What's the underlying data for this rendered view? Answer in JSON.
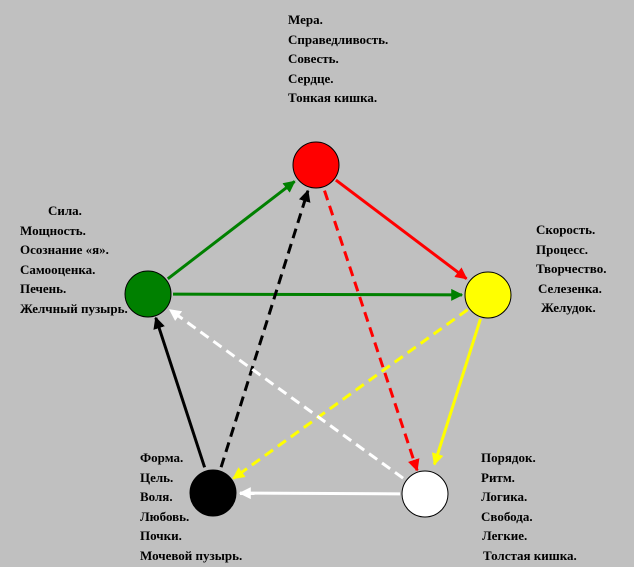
{
  "background_color": "#c0c0c0",
  "nodes": [
    {
      "id": "red",
      "color": "#ff0000",
      "labels": [
        "Мера.",
        "Справедливость.",
        "Совесть.",
        "Сердце.",
        "Тонкая кишка."
      ]
    },
    {
      "id": "yellow",
      "color": "#ffff00",
      "labels": [
        "Скорость.",
        "Процесс.",
        "Творчество.",
        "Селезенка.",
        "Желудок."
      ]
    },
    {
      "id": "white",
      "color": "#ffffff",
      "labels": [
        "Порядок.",
        "Ритм.",
        "Логика.",
        "Свобода.",
        "Легкие.",
        "Толстая кишка."
      ]
    },
    {
      "id": "black",
      "color": "#000000",
      "labels": [
        "Форма.",
        "Цель.",
        "Воля.",
        "Любовь.",
        "Почки.",
        "Мочевой пузырь."
      ]
    },
    {
      "id": "green",
      "color": "#008000",
      "labels": [
        "Сила.",
        "Мощность.",
        "Осознание «я».",
        "Самооценка.",
        "Печень.",
        "Желчный пузырь."
      ]
    }
  ],
  "edges": [
    {
      "from": "green",
      "to": "red",
      "color": "#008000",
      "style": "solid"
    },
    {
      "from": "red",
      "to": "yellow",
      "color": "#ff0000",
      "style": "solid"
    },
    {
      "from": "yellow",
      "to": "white",
      "color": "#ffff00",
      "style": "solid"
    },
    {
      "from": "white",
      "to": "black",
      "color": "#ffffff",
      "style": "solid"
    },
    {
      "from": "black",
      "to": "green",
      "color": "#000000",
      "style": "solid"
    },
    {
      "from": "green",
      "to": "yellow",
      "color": "#008000",
      "style": "solid"
    },
    {
      "from": "black",
      "to": "red",
      "color": "#000000",
      "style": "dashed"
    },
    {
      "from": "red",
      "to": "white",
      "color": "#ff0000",
      "style": "dashed"
    },
    {
      "from": "yellow",
      "to": "black",
      "color": "#ffff00",
      "style": "dashed"
    },
    {
      "from": "white",
      "to": "green",
      "color": "#ffffff",
      "style": "dashed"
    }
  ]
}
